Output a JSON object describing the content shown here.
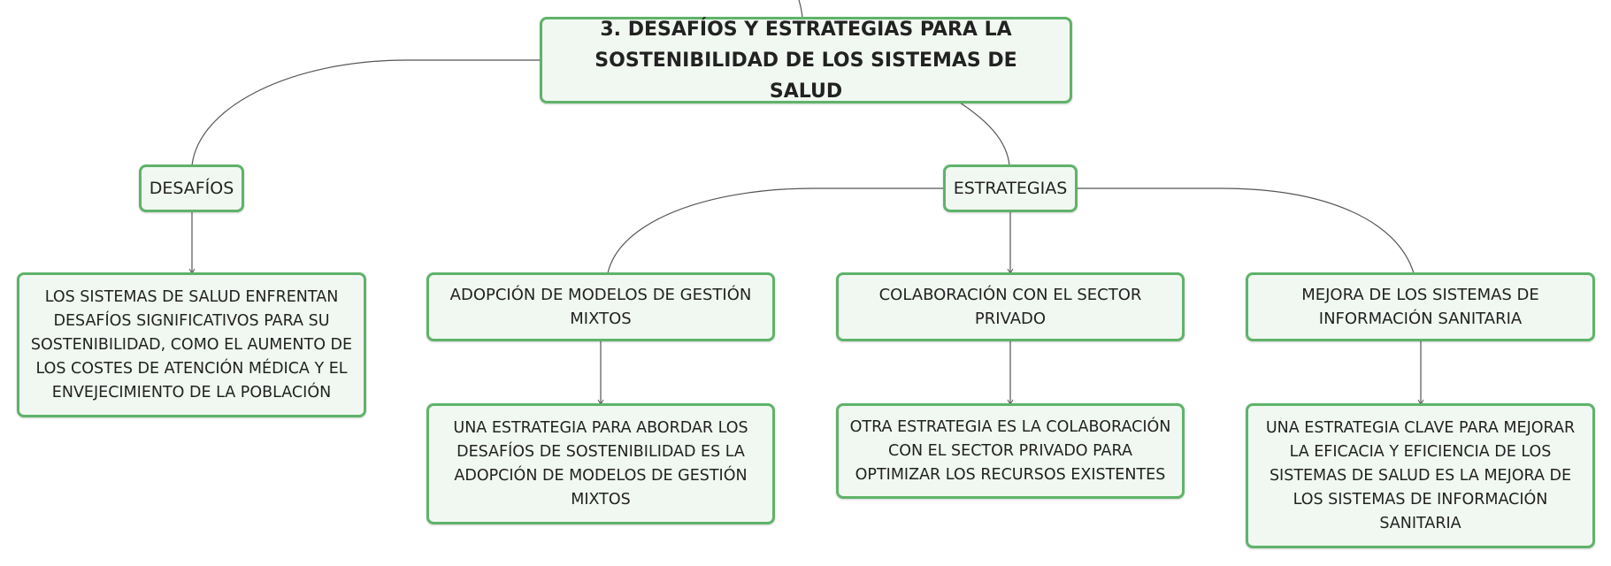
{
  "root": {
    "title": "3. DESAFÍOS Y ESTRATEGIAS PARA LA SOSTENIBILIDAD DE LOS SISTEMAS DE SALUD"
  },
  "desafios": {
    "label": "DESAFÍOS",
    "detail": "LOS SISTEMAS DE SALUD ENFRENTAN DESAFÍOS SIGNIFICATIVOS PARA SU SOSTENIBILIDAD, COMO EL AUMENTO DE LOS COSTES DE ATENCIÓN MÉDICA Y EL ENVEJECIMIENTO DE LA POBLACIÓN"
  },
  "estrategias": {
    "label": "ESTRATEGIAS",
    "items": [
      {
        "label": "ADOPCIÓN DE MODELOS DE GESTIÓN MIXTOS",
        "detail": "UNA ESTRATEGIA PARA ABORDAR LOS DESAFÍOS DE SOSTENIBILIDAD ES LA ADOPCIÓN DE MODELOS DE GESTIÓN MIXTOS"
      },
      {
        "label": "COLABORACIÓN CON EL SECTOR PRIVADO",
        "detail": "OTRA ESTRATEGIA ES LA COLABORACIÓN CON EL SECTOR PRIVADO PARA OPTIMIZAR LOS RECURSOS EXISTENTES"
      },
      {
        "label": "MEJORA DE LOS SISTEMAS DE INFORMACIÓN SANITARIA",
        "detail": "UNA ESTRATEGIA CLAVE PARA MEJORAR LA EFICACIA Y EFICIENCIA DE LOS SISTEMAS DE SALUD ES LA MEJORA DE LOS SISTEMAS DE INFORMACIÓN SANITARIA"
      }
    ]
  },
  "colors": {
    "border": "#5fb36a",
    "fill": "#f1f8f1",
    "connector": "#555555"
  }
}
